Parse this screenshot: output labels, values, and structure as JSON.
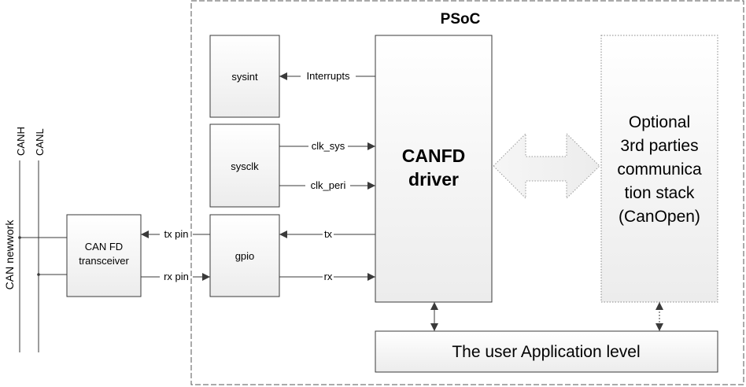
{
  "diagram": {
    "container_title": "PSoC",
    "network_label": "CAN newwork",
    "bus_lines": [
      "CANH",
      "CANL"
    ],
    "blocks": {
      "transceiver": [
        "CAN FD",
        "transceiver"
      ],
      "sysint": "sysint",
      "sysclk": "sysclk",
      "gpio": "gpio",
      "driver": [
        "CANFD",
        "driver"
      ],
      "stack": [
        "Optional",
        "3rd parties",
        "communica",
        "tion stack",
        "(CanOpen)"
      ],
      "app": "The user Application level"
    },
    "signals": {
      "interrupts": "Interrupts",
      "clk_sys": "clk_sys",
      "clk_peri": "clk_peri",
      "tx": "tx",
      "rx": "rx",
      "tx_pin": "tx pin",
      "rx_pin": "rx pin"
    },
    "colors": {
      "stroke": "#3a3a3a",
      "fill_top": "#ffffff",
      "fill_bottom": "#ececec"
    }
  }
}
